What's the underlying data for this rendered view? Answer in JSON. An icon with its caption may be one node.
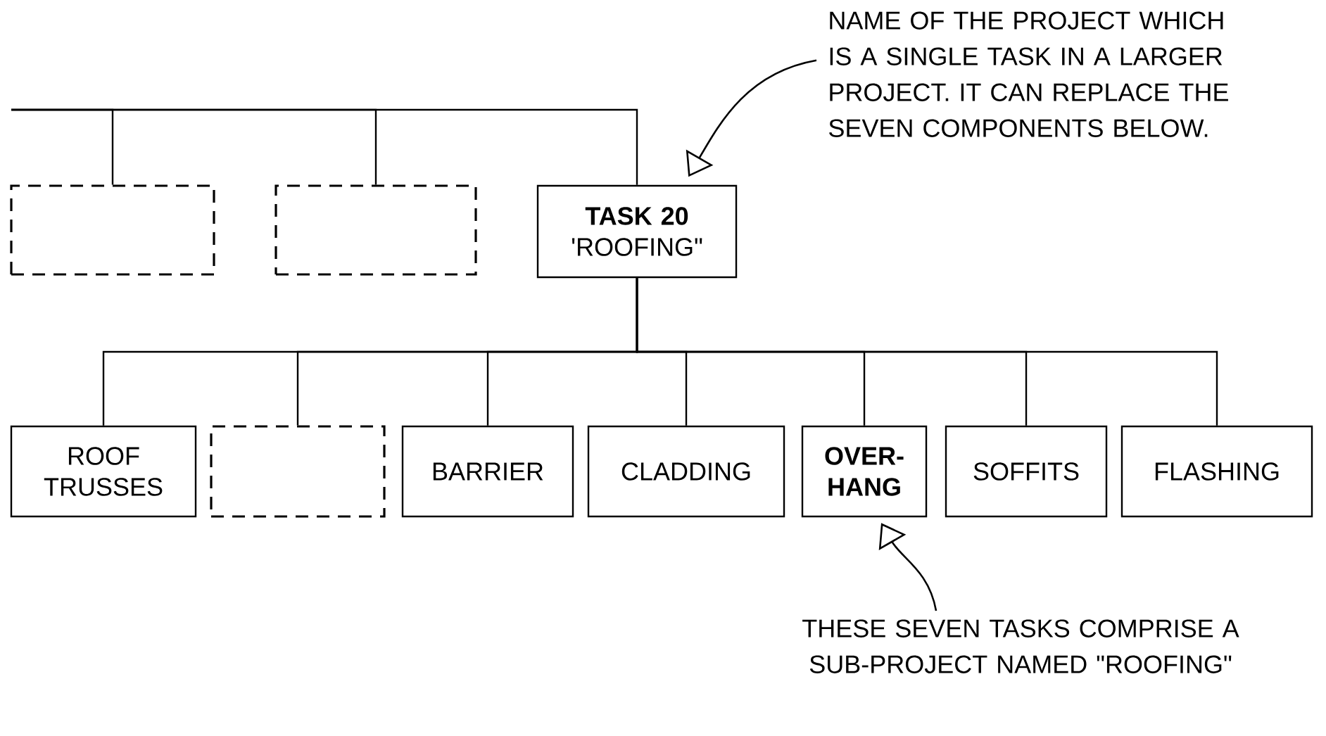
{
  "diagram": {
    "nodes": [
      {
        "text": [],
        "shape": "box"
      },
      {
        "text": [],
        "shape": "box"
      },
      {
        "text": [
          "TASK 20",
          "'ROOFING\""
        ]
      },
      {
        "text": [
          "ROOF TRUSSES"
        ]
      },
      {
        "text": [],
        "shape": "box"
      },
      {
        "text": [
          "BARRIER"
        ]
      },
      {
        "text": [
          "CLADDING"
        ]
      },
      {
        "text": [
          "OVER- HANG"
        ]
      },
      {
        "text": [
          "SOFFITS"
        ]
      },
      {
        "text": [
          "FLASHING"
        ]
      },
      {
        "text": [
          "NAME OF THE PROJECT WHICH IS A SINGLE TASK IN A LARGER PROJECT. IT CAN REPLACE THE SEVEN COMPONENTS BELOW."
        ]
      },
      {
        "text": [
          "THESE SEVEN TASKS COMPRISE A SUB-PROJECT NAMED \"ROOFING\""
        ]
      }
    ],
    "edges": [
      {
        "from": null,
        "to": 0,
        "arrow": "none"
      },
      {
        "from": null,
        "to": 1,
        "arrow": "none"
      },
      {
        "from": null,
        "to": 2,
        "arrow": "none"
      },
      {
        "from": 2,
        "to": 3,
        "arrow": "none"
      },
      {
        "from": 2,
        "to": 4,
        "arrow": "none"
      },
      {
        "from": 2,
        "to": 5,
        "arrow": "none"
      },
      {
        "from": 2,
        "to": 6,
        "arrow": "none"
      },
      {
        "from": 2,
        "to": 7,
        "arrow": "none"
      },
      {
        "from": 2,
        "to": 8,
        "arrow": "none"
      },
      {
        "from": 2,
        "to": 9,
        "arrow": "none"
      },
      {
        "from": 10,
        "to": 2,
        "arrow": "to"
      },
      {
        "from": 11,
        "to": 7,
        "arrow": "to"
      }
    ]
  }
}
